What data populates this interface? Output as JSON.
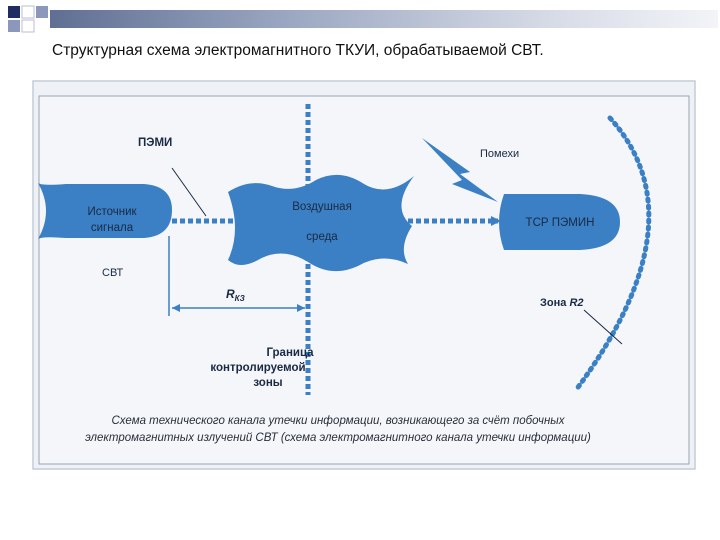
{
  "slide": {
    "title": "Структурная схема электромагнитного ТКУИ, обрабатываемой СВТ."
  },
  "diagram": {
    "labels": {
      "pemi": "ПЭМИ",
      "interference": "Помехи",
      "source_line1": "Источник",
      "source_line2": "сигнала",
      "air_line1": "Воздушная",
      "air_line2": "среда",
      "receiver": "ТСР ПЭМИН",
      "svt": "СВТ",
      "rkz_main": "R",
      "rkz_sub": "КЗ",
      "zone_prefix": "Зона ",
      "zone_value": "R2",
      "boundary_line1": "Граница",
      "boundary_line2": "контролируемой",
      "boundary_line3": "зоны"
    },
    "caption_line1": "Схема технического канала утечки информации, возникающего за счёт побочных",
    "caption_line2": "электромагнитных излучений СВТ (схема электромагнитного канала утечки информации)",
    "colors": {
      "accent_blue": "#3b7fc4",
      "fill_light": "#c9dcf0",
      "text_dark": "#1a2a44"
    }
  }
}
